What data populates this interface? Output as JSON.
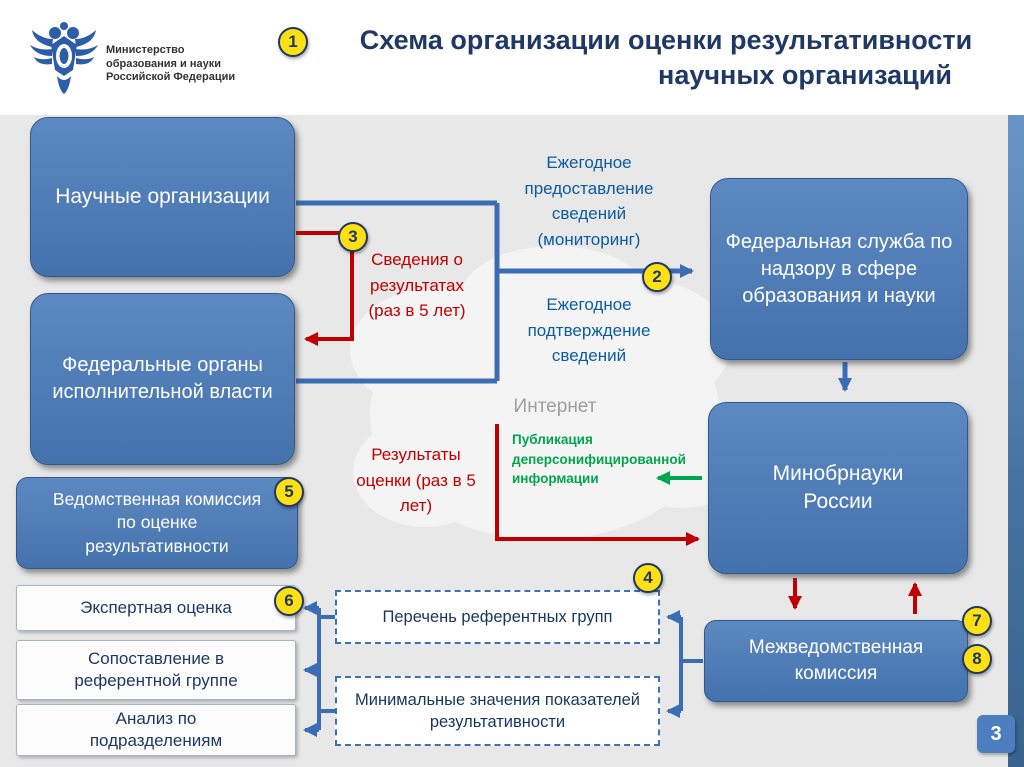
{
  "slide": {
    "page_number": "3"
  },
  "header": {
    "ministry": "Министерство образования и науки Российской Федерации",
    "title_line1": "Схема организации оценки результативности",
    "title_line2": "научных организаций"
  },
  "badges": {
    "b1": "1",
    "b2": "2",
    "b3": "3",
    "b4": "4",
    "b5": "5",
    "b6": "6",
    "b7": "7",
    "b8": "8"
  },
  "nodes": {
    "scientific_orgs": "Научные организации",
    "federal_exec_bodies": "Федеральные органы исполнительной власти",
    "departmental_commission": "Ведомственная комиссия по оценке результативности",
    "federal_service": "Федеральная служба по надзору в сфере образования и науки",
    "minobrnauki": "Минобрнауки России",
    "interdepartmental_commission": "Межведомственная комиссия",
    "expert_evaluation": "Экспертная оценка",
    "reference_group_comparison": "Сопоставление в референтной группе",
    "unit_analysis": "Анализ по подразделениям",
    "reference_groups_list": "Перечень референтных групп",
    "minimum_indicator_values": "Минимальные значения показателей результативности"
  },
  "flow_labels": {
    "annual_monitoring": "Ежегодное предоставление сведений (мониторинг)",
    "annual_confirmation": "Ежегодное подтверждение сведений",
    "results_data": "Сведения о результатах (раз в 5 лет)",
    "internet": "Интернет",
    "publication": "Публикация деперсонифицированной информации",
    "evaluation_results": "Результаты оценки (раз в 5 лет)"
  },
  "colors": {
    "node_blue": "#4f81bd",
    "arrow_blue": "#3b6db5",
    "arrow_red": "#c00000",
    "arrow_green": "#00a550",
    "badge_yellow": "#ffe014",
    "title_navy": "#1f3864",
    "stripe_blue": "#4a77b0"
  }
}
